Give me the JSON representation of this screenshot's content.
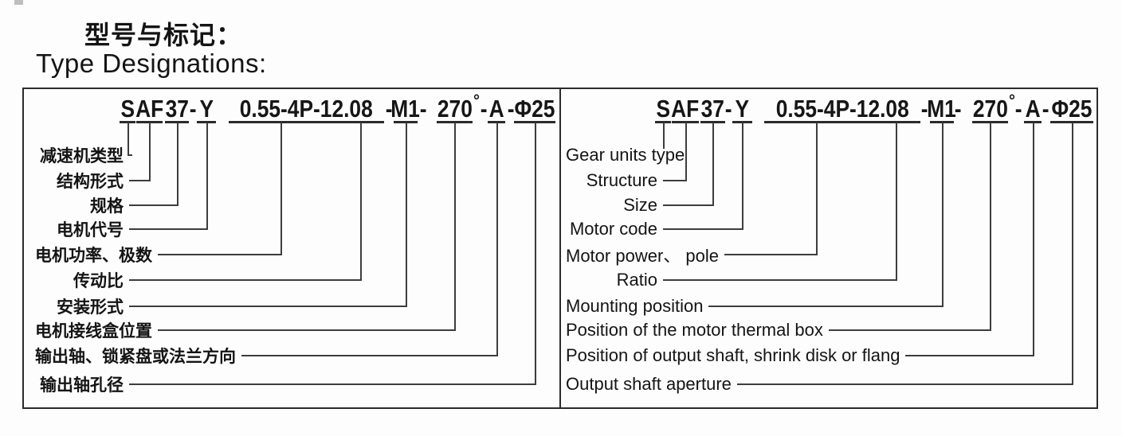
{
  "title": {
    "zh": "型号与标记：",
    "en": "Type Designations:"
  },
  "model_code": {
    "segments": [
      "S",
      "AF",
      "37",
      "-",
      "Y",
      "0.55-4P-12.08",
      "-",
      "M1",
      "-",
      "270",
      "°",
      "-",
      "A",
      "-",
      "Φ25"
    ]
  },
  "left_panel": {
    "labels": [
      "减速机类型",
      "结构形式",
      "规格",
      "电机代号",
      "电机功率、极数",
      "传动比",
      "安装形式",
      "电机接线盒位置",
      "输出轴、锁紧盘或法兰方向",
      "输出轴孔径"
    ]
  },
  "right_panel": {
    "labels": [
      "Gear units type",
      "Structure",
      "Size",
      "Motor code",
      "Motor power、 pole",
      "Ratio",
      "Mounting position",
      "Position of the motor thermal box",
      "Position of output shaft, shrink disk or flang",
      "Output shaft aperture"
    ]
  },
  "colors": {
    "ink": "#141414",
    "line": "#3d3d3d"
  }
}
